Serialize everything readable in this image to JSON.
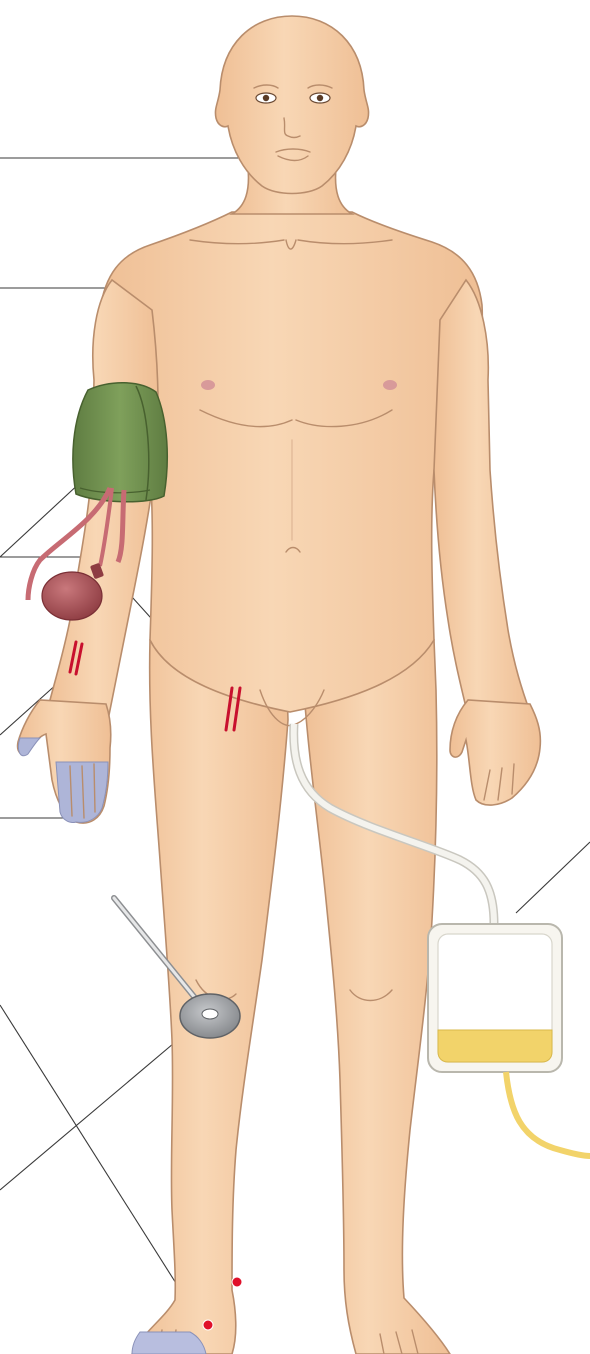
{
  "figure": {
    "subject": "standing-male-figure",
    "colors": {
      "skin": "#f6cfa8",
      "skin_shadow": "#e9b48a",
      "skin_outline": "#b98d6c",
      "cuff": "#7a9a57",
      "cuff_dark": "#556f3a",
      "tubing": "#c76b73",
      "bulb": "#a24a4f",
      "cyanosis": "#aeb5d8",
      "incision": "#c8102e",
      "pulse_point": "#e0102a",
      "urine": "#f2d36a",
      "bag": "#f7f5ef",
      "catheter": "#f0efe9",
      "doppler": "#a7a9ac",
      "leader_line": "#3a3a3a"
    },
    "devices": [
      {
        "name": "blood-pressure-cuff",
        "icon": "cuff-icon"
      },
      {
        "name": "inflation-bulb",
        "icon": "bulb-icon"
      },
      {
        "name": "urine-collection-bag",
        "icon": "urine-bag-icon"
      },
      {
        "name": "doppler-probe",
        "icon": "doppler-icon"
      }
    ],
    "markers": [
      {
        "name": "radial-artery-marks"
      },
      {
        "name": "femoral-artery-marks"
      },
      {
        "name": "dorsalis-pedis-pulse-point"
      },
      {
        "name": "posterior-tibial-pulse-point"
      }
    ]
  }
}
